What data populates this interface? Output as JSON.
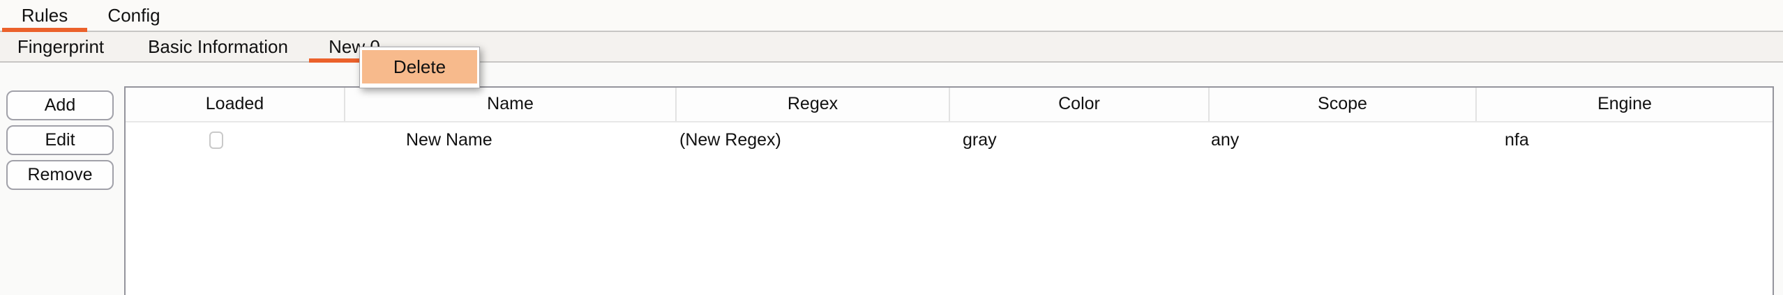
{
  "colors": {
    "accent_orange": "#EB612B",
    "menu_highlight": "#F7BA8C"
  },
  "primary_tabs": [
    {
      "label": "Rules",
      "selected": true
    },
    {
      "label": "Config",
      "selected": false
    }
  ],
  "secondary_tabs": [
    {
      "label": "Fingerprint",
      "selected": false
    },
    {
      "label": "Basic Information",
      "selected": false
    },
    {
      "label": "New 0",
      "selected": true
    }
  ],
  "context_menu": {
    "items": [
      {
        "label": "Delete",
        "highlighted": true
      }
    ]
  },
  "actions": [
    {
      "label": "Add"
    },
    {
      "label": "Edit"
    },
    {
      "label": "Remove"
    }
  ],
  "table": {
    "columns": [
      "Loaded",
      "Name",
      "Regex",
      "Color",
      "Scope",
      "Engine"
    ],
    "rows": [
      {
        "loaded": false,
        "name": "New Name",
        "regex": "(New Regex)",
        "color": "gray",
        "scope": "any",
        "engine": "nfa"
      }
    ]
  }
}
